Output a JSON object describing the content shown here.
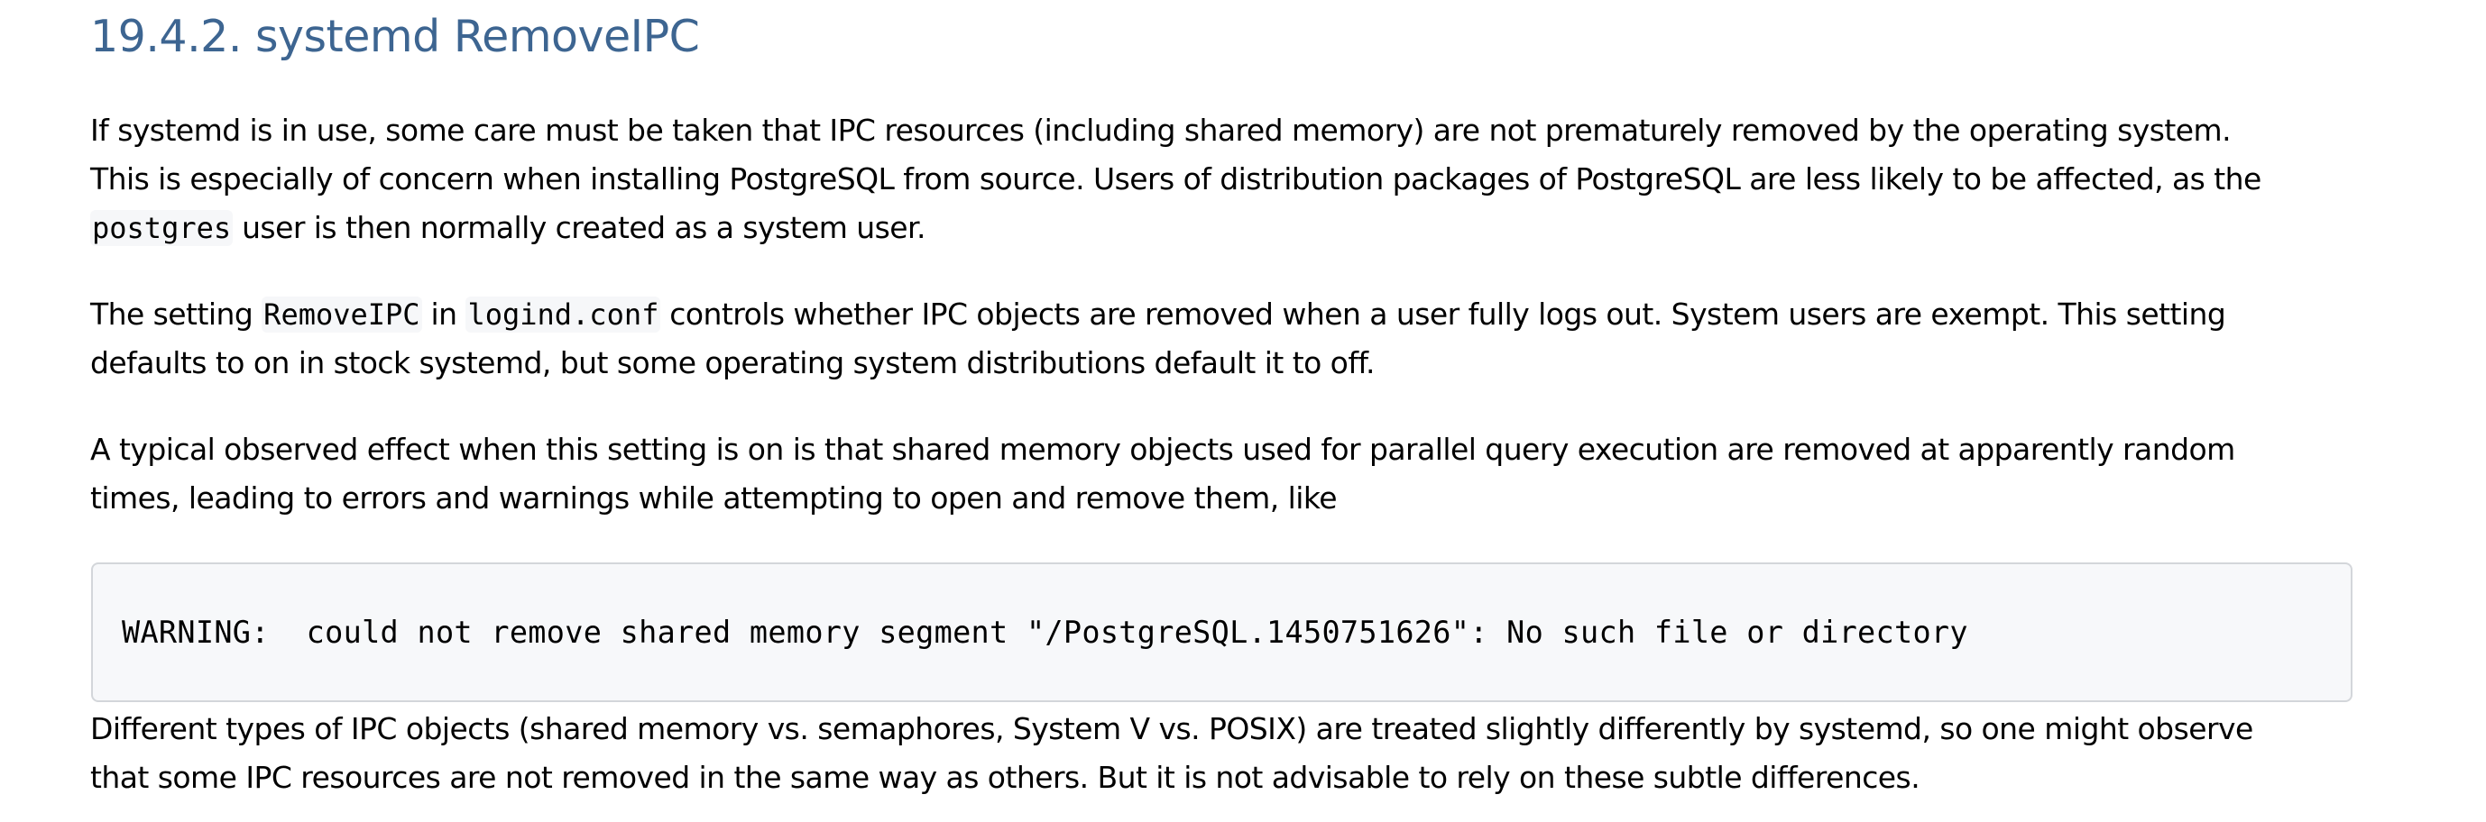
{
  "section": {
    "title": "19.4.2. systemd RemoveIPC"
  },
  "paragraphs": {
    "p1": {
      "line1": "If systemd is in use, some care must be taken that IPC resources (including shared memory) are not prematurely removed by the operating system.",
      "line2": "This is especially of concern when installing PostgreSQL from source. Users of distribution packages of PostgreSQL are less likely to be affected, as the",
      "line3_code": "postgres",
      "line3_text": " user is then normally created as a system user."
    },
    "p2": {
      "line1_pre": "The setting ",
      "line1_code1": "RemoveIPC",
      "line1_mid": " in ",
      "line1_code2": "logind.conf",
      "line1_post": " controls whether IPC objects are removed when a user fully logs out. System users are exempt. This setting",
      "line2": "defaults to on in stock systemd, but some operating system distributions default it to off."
    },
    "p3": {
      "line1": "A typical observed effect when this setting is on is that shared memory objects used for parallel query execution are removed at apparently random",
      "line2": "times, leading to errors and warnings while attempting to open and remove them, like"
    },
    "code_block": {
      "text": "WARNING:  could not remove shared memory segment \"/PostgreSQL.1450751626\": No such file or directory"
    },
    "p4": {
      "line1": "Different types of IPC objects (shared memory vs. semaphores, System V vs. POSIX) are treated slightly differently by systemd, so one might observe",
      "line2": "that some IPC resources are not removed in the same way as others. But it is not advisable to rely on these subtle differences."
    }
  },
  "colors": {
    "heading": "#3d6591",
    "text": "#000000",
    "code_background": "#f7f8fa",
    "code_border": "#d3d6da"
  }
}
